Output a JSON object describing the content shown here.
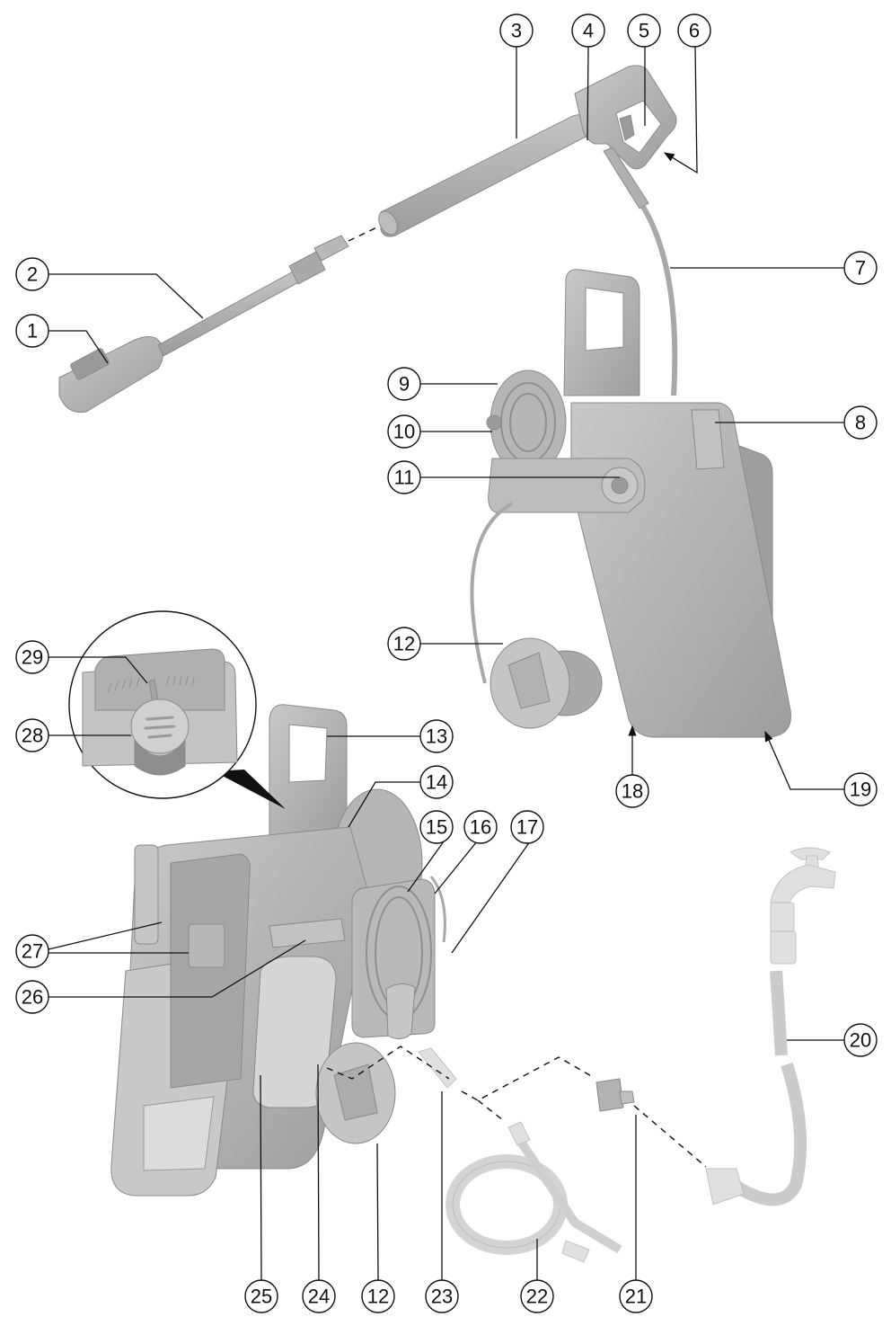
{
  "figure": {
    "title": "Pressure washer device overview",
    "colors": {
      "background": "#ffffff",
      "line": "#111111",
      "body": "#b4b4b4",
      "body_dark": "#9a9a9a",
      "accessory_faint": "#e0e0e0"
    }
  },
  "callouts": [
    {
      "id": "c1",
      "label": "1",
      "part": "rotary-nozzle"
    },
    {
      "id": "c2",
      "label": "2",
      "part": "spray-lance"
    },
    {
      "id": "c3",
      "label": "3",
      "part": "spray-gun"
    },
    {
      "id": "c4",
      "label": "4",
      "part": "lance-release-button"
    },
    {
      "id": "c5",
      "label": "5",
      "part": "trigger"
    },
    {
      "id": "c6",
      "label": "6",
      "part": "trigger-lock"
    },
    {
      "id": "c7",
      "label": "7",
      "part": "high-pressure-hose"
    },
    {
      "id": "c8",
      "label": "8",
      "part": "gun-holder"
    },
    {
      "id": "c9",
      "label": "9",
      "part": "hose-reel"
    },
    {
      "id": "c10",
      "label": "10",
      "part": "reel-crank-knob"
    },
    {
      "id": "c11",
      "label": "11",
      "part": "high-pressure-connection"
    },
    {
      "id": "c12",
      "label": "12",
      "part": "water-inlet-cap"
    },
    {
      "id": "c13",
      "label": "13",
      "part": "carrying-handle"
    },
    {
      "id": "c14",
      "label": "14",
      "part": "handle-release"
    },
    {
      "id": "c15",
      "label": "15",
      "part": "cable-hook"
    },
    {
      "id": "c16",
      "label": "16",
      "part": "power-cable-with-plug"
    },
    {
      "id": "c17",
      "label": "17",
      "part": "mains-plug"
    },
    {
      "id": "c18",
      "label": "18",
      "part": "transport-wheel"
    },
    {
      "id": "c19",
      "label": "19",
      "part": "base-foot"
    },
    {
      "id": "c20",
      "label": "20",
      "part": "garden-hose"
    },
    {
      "id": "c21",
      "label": "21",
      "part": "hose-coupling"
    },
    {
      "id": "c22",
      "label": "22",
      "part": "suction-hose"
    },
    {
      "id": "c23",
      "label": "23",
      "part": "water-filter"
    },
    {
      "id": "c24",
      "label": "24",
      "part": "water-inlet"
    },
    {
      "id": "c25",
      "label": "25",
      "part": "detergent-bottle"
    },
    {
      "id": "c26",
      "label": "26",
      "part": "detergent-connector"
    },
    {
      "id": "c27",
      "label": "27",
      "part": "nozzle-storage"
    },
    {
      "id": "c28",
      "label": "28",
      "part": "on-off-switch"
    },
    {
      "id": "c29",
      "label": "29",
      "part": "pressure-indicator"
    },
    {
      "id": "c12b",
      "label": "12",
      "part": "water-inlet-cap-bottom"
    }
  ]
}
